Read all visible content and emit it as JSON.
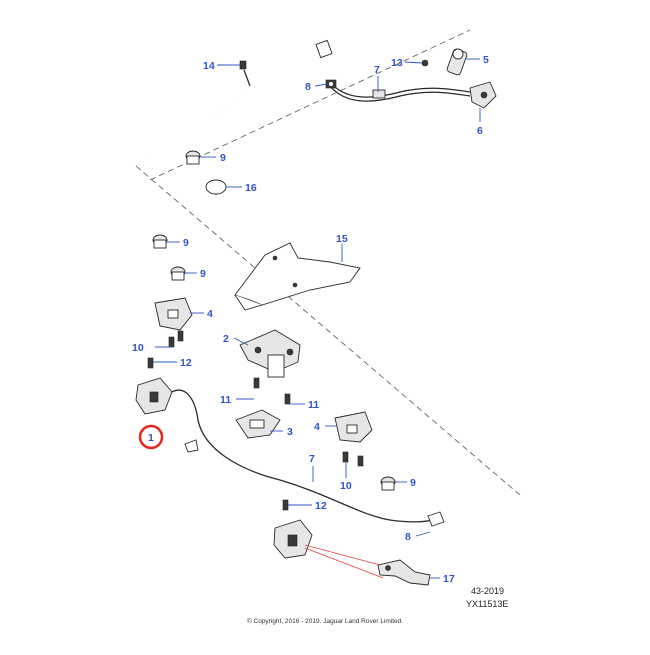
{
  "callouts": {
    "c14": "14",
    "c8a": "8",
    "c7a": "7",
    "c13": "13",
    "c5": "5",
    "c6": "6",
    "c9a": "9",
    "c16": "16",
    "c9b": "9",
    "c15": "15",
    "c9c": "9",
    "c4a": "4",
    "c2": "2",
    "c10a": "10",
    "c12a": "12",
    "c11a": "11",
    "c11b": "11",
    "c1": "1",
    "c3": "3",
    "c4b": "4",
    "c7b": "7",
    "c9d": "9",
    "c10b": "10",
    "c12b": "12",
    "c8b": "8",
    "c17": "17"
  },
  "ref_codes": {
    "diagram": "43-2019",
    "illustration": "YX11513E"
  },
  "copyright": "© Copyright, 2016 - 2019. Jaguar Land Rover Limited.",
  "colors": {
    "callout": "#2f55c8",
    "highlight": "#e8261c",
    "linework": "#2a2a2a"
  }
}
